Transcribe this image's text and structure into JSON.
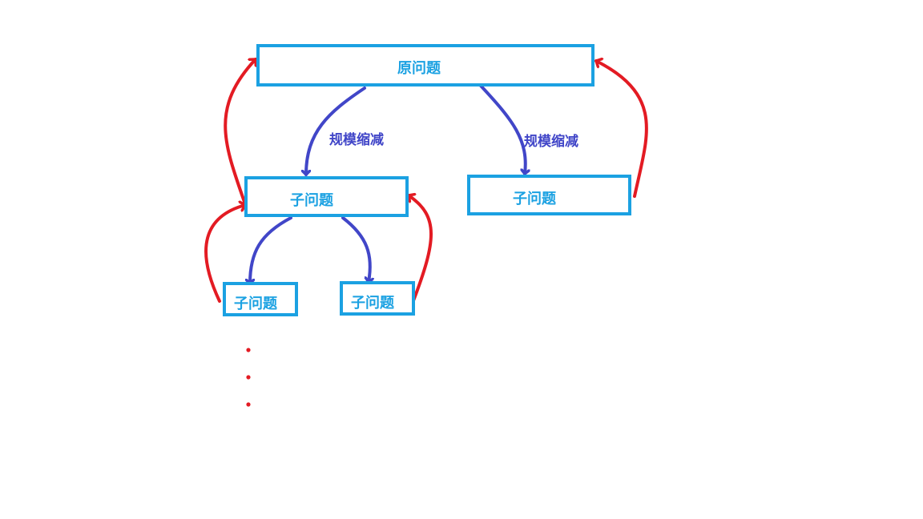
{
  "nodes": {
    "root": {
      "label": "原问题"
    },
    "sub_left": {
      "label": "子问题"
    },
    "sub_right": {
      "label": "子问题"
    },
    "leaf_left": {
      "label": "子问题"
    },
    "leaf_right": {
      "label": "子问题"
    }
  },
  "edges": {
    "reduce_left": {
      "label": "规模缩减"
    },
    "reduce_right": {
      "label": "规模缩减"
    }
  },
  "colors": {
    "box_border": "#1ba1e2",
    "down_arrow": "#4146c8",
    "up_arrow": "#e31b23",
    "ellipsis_dots": "#e31b23"
  }
}
